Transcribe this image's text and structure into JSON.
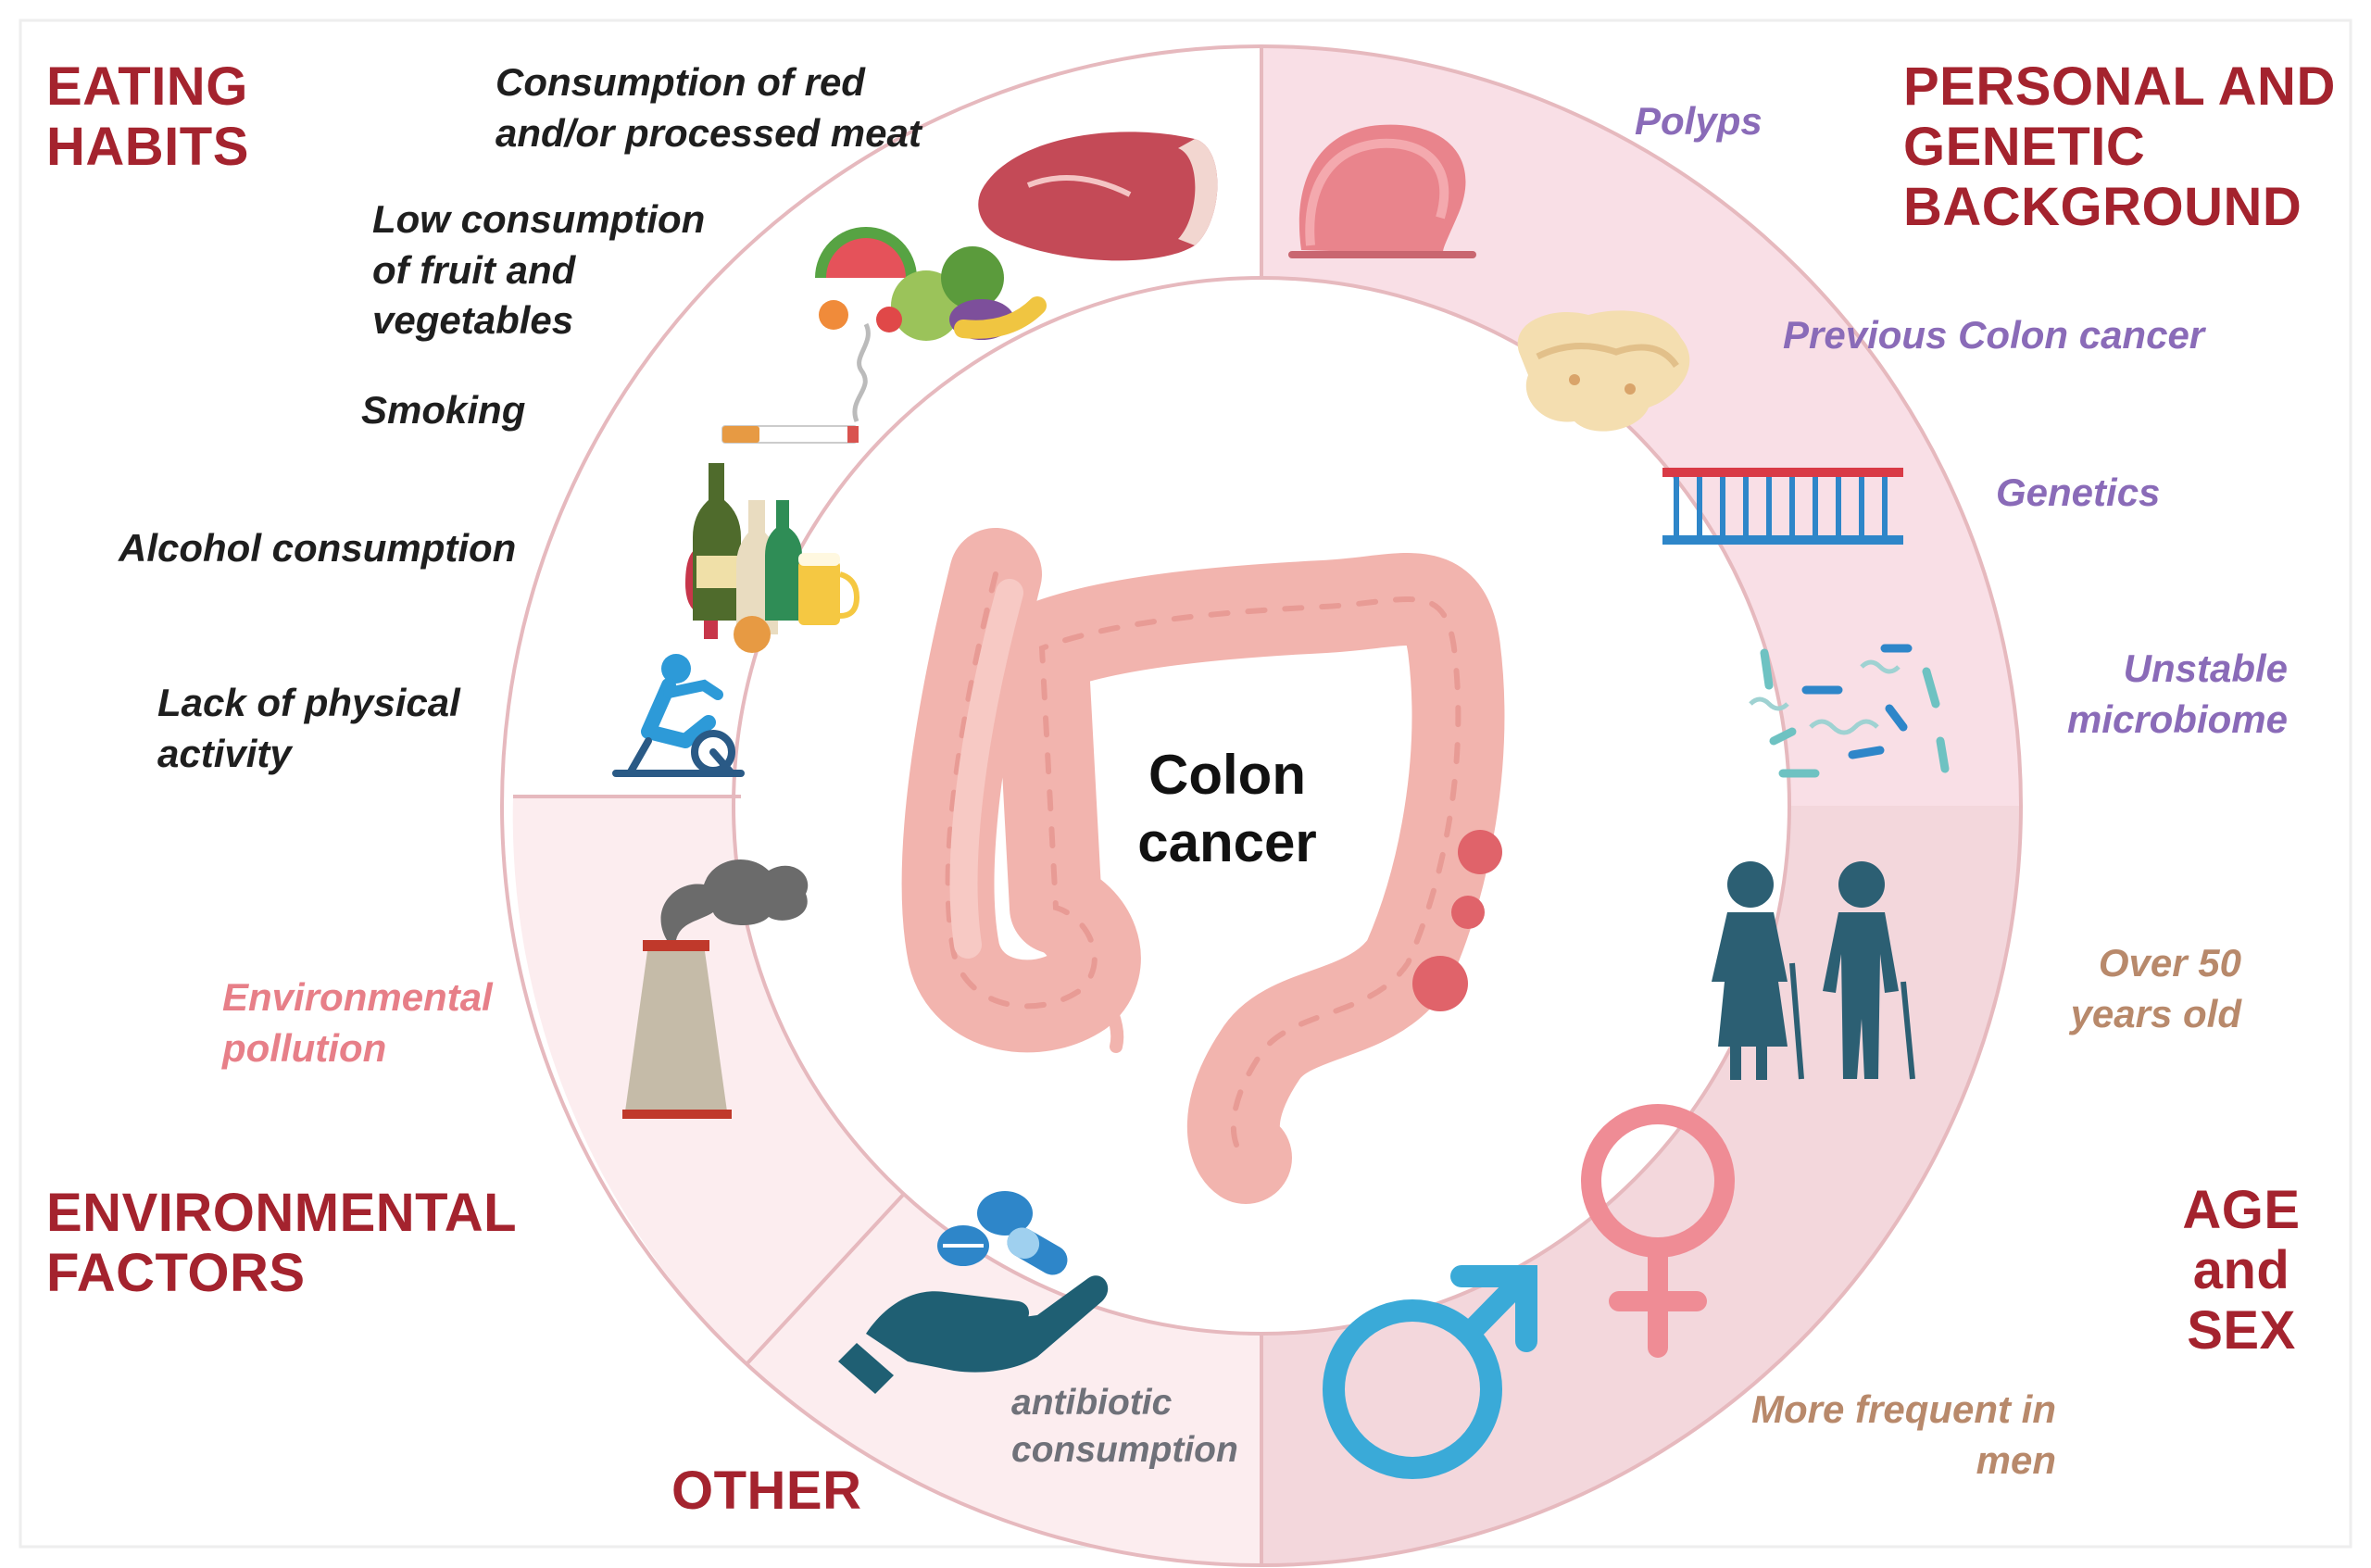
{
  "center": {
    "title_line1": "Colon",
    "title_line2": "cancer"
  },
  "categories": {
    "eating_habits": {
      "line1": "EATING",
      "line2": "HABITS"
    },
    "personal_genetic": {
      "line1": "PERSONAL AND",
      "line2": "GENETIC",
      "line3": "BACKGROUND"
    },
    "environmental": {
      "line1": "ENVIRONMENTAL",
      "line2": "FACTORS"
    },
    "age_sex": {
      "line1": "AGE",
      "line2": "and",
      "line3": "SEX"
    },
    "other": {
      "label": "OTHER"
    }
  },
  "factors": {
    "red_meat": {
      "line1": "Consumption of red",
      "line2": "and/or processed meat",
      "icon": "meat-icon"
    },
    "fruit_veg": {
      "line1": "Low consumption",
      "line2": "of fruit and",
      "line3": "vegetables",
      "icon": "fruit-vegetables-icon"
    },
    "smoking": {
      "label": "Smoking",
      "icon": "cigarette-icon"
    },
    "alcohol": {
      "label": "Alcohol consumption",
      "icon": "bottles-icon"
    },
    "physical": {
      "line1": "Lack of physical",
      "line2": "activity",
      "icon": "exercise-bike-icon"
    },
    "polyps": {
      "label": "Polyps",
      "icon": "polyp-icon"
    },
    "previous_cancer": {
      "label": "Previous Colon cancer",
      "icon": "tumor-icon"
    },
    "genetics": {
      "label": "Genetics",
      "icon": "dna-icon"
    },
    "microbiome": {
      "line1": "Unstable",
      "line2": "microbiome",
      "icon": "bacteria-icon"
    },
    "over_50": {
      "line1": "Over 50",
      "line2": "years old",
      "icon": "elderly-couple-icon"
    },
    "men": {
      "line1": "More frequent in",
      "line2": "men",
      "icon": "sex-symbols-icon"
    },
    "pollution": {
      "line1": "Environmental",
      "line2": "pollution",
      "icon": "factory-icon"
    },
    "antibiotic": {
      "line1": "antibiotic",
      "line2": "consumption",
      "icon": "pills-hand-icon"
    }
  },
  "colors": {
    "category_text": "#a4232e",
    "ring_outline": "#e6b9be",
    "personal_sector": "#f9dfe6",
    "age_sector": "#f3d7dc",
    "environmental_sector": "#fcedef",
    "other_sector": "#fcedef",
    "eating_sector": "#ffffff",
    "colon": "#f2b4ae",
    "tumor": "#e0636a"
  }
}
